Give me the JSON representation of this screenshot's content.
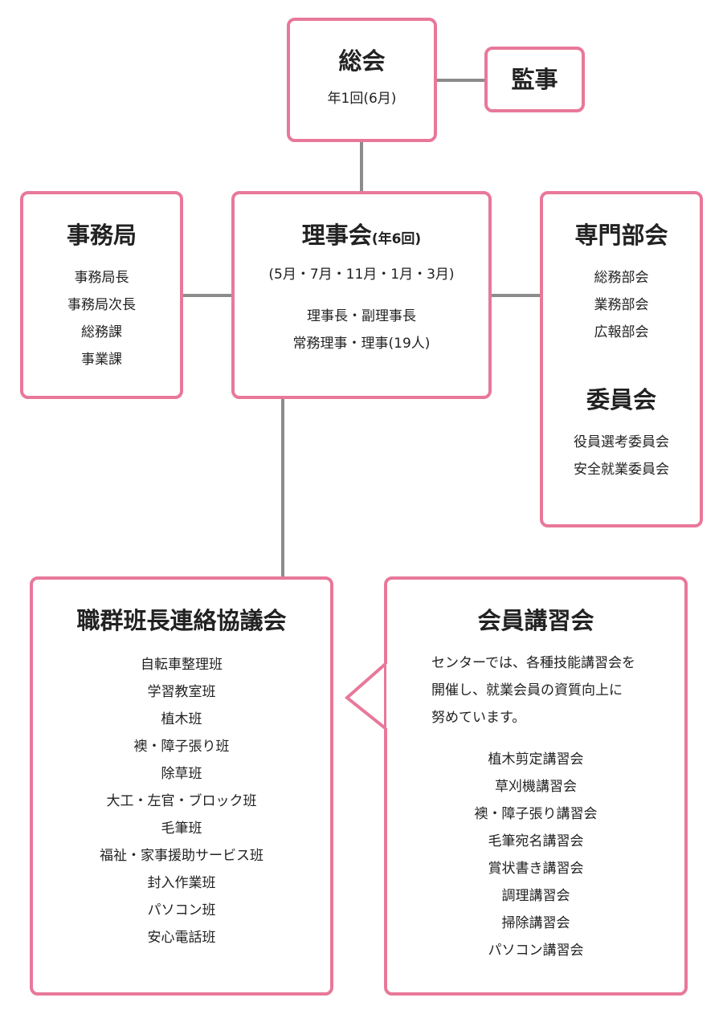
{
  "soukai": {
    "title": "総会",
    "note": "年1回(6月)"
  },
  "kanji": {
    "title": "監事"
  },
  "jimukyoku": {
    "title": "事務局",
    "items": [
      "事務局長",
      "事務局次長",
      "総務課",
      "事業課"
    ]
  },
  "rijikai": {
    "title": "理事会",
    "title_note": "(年6回)",
    "months": "(5月・7月・11月・1月・3月)",
    "members": [
      "理事長・副理事長",
      "常務理事・理事(19人)"
    ]
  },
  "senmon": {
    "title": "専門部会",
    "items": [
      "総務部会",
      "業務部会",
      "広報部会"
    ],
    "committee_title": "委員会",
    "committee_items": [
      "役員選考委員会",
      "安全就業委員会"
    ]
  },
  "shokugun": {
    "title": "職群班長連絡協議会",
    "items": [
      "自転車整理班",
      "学習教室班",
      "植木班",
      "襖・障子張り班",
      "除草班",
      "大工・左官・ブロック班",
      "毛筆班",
      "福祉・家事援助サービス班",
      "封入作業班",
      "パソコン班",
      "安心電話班"
    ]
  },
  "koushu": {
    "title": "会員講習会",
    "description": [
      "センターでは、各種技能講習会を",
      "開催し、就業会員の資質向上に",
      "努めています。"
    ],
    "items": [
      "植木剪定講習会",
      "草刈機講習会",
      "襖・障子張り講習会",
      "毛筆宛名講習会",
      "賞状書き講習会",
      "調理講習会",
      "掃除講習会",
      "パソコン講習会"
    ]
  },
  "colors": {
    "border": "#e8789a",
    "connector": "#8c8c8c"
  }
}
